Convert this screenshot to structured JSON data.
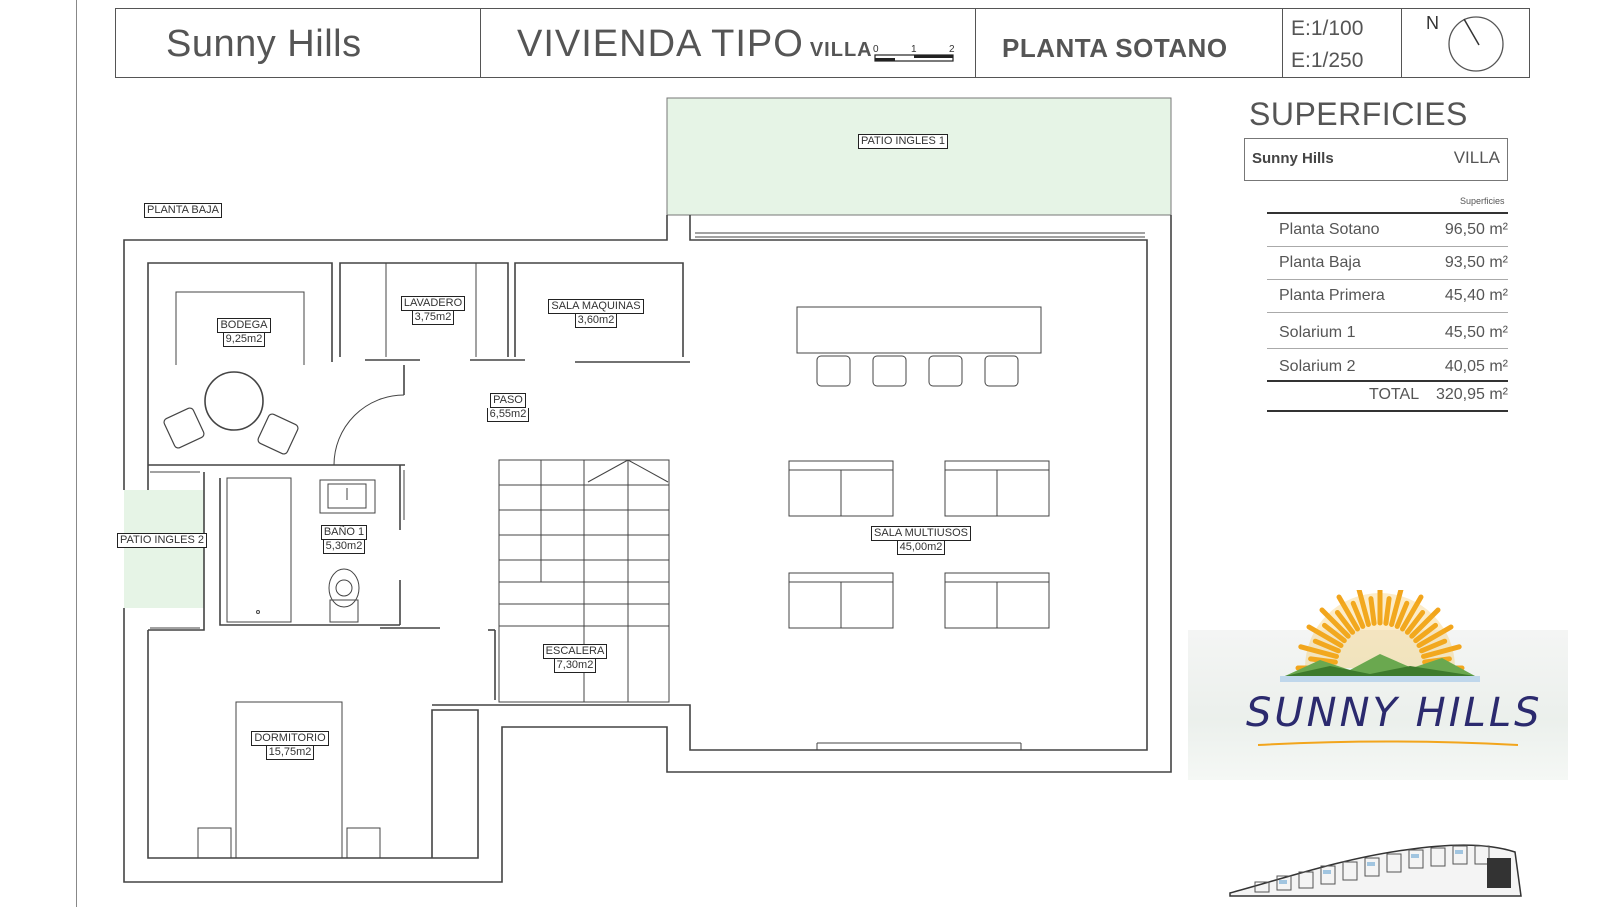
{
  "header": {
    "project": "Sunny Hills",
    "vivienda_title": "VIVIENDA TIPO",
    "vivienda_type": "VILLA",
    "scale_ticks": [
      "0",
      "1",
      "2"
    ],
    "floor": "PLANTA SOTANO",
    "scale1": "E:1/100",
    "scale2": "E:1/250",
    "north": "N"
  },
  "superficies": {
    "title": "SUPERFICIES",
    "name": "Sunny Hills",
    "type": "VILLA",
    "column_header": "Superficies",
    "rows": [
      {
        "label": "Planta Sotano",
        "value": "96,50 m²"
      },
      {
        "label": "Planta Baja",
        "value": "93,50 m²"
      },
      {
        "label": "Planta Primera",
        "value": "45,40 m²"
      },
      {
        "label": "Solarium 1",
        "value": "45,50 m²"
      },
      {
        "label": "Solarium 2",
        "value": "40,05 m²"
      }
    ],
    "total_label": "TOTAL",
    "total_value": "320,95 m²"
  },
  "plan": {
    "patio_ingles_1": "PATIO INGLES 1",
    "patio_ingles_2": "PATIO INGLES 2",
    "planta_baja": "PLANTA BAJA",
    "rooms": {
      "bodega": {
        "name": "BODEGA",
        "area": "9,25m2"
      },
      "lavadero": {
        "name": "LAVADERO",
        "area": "3,75m2"
      },
      "sala_maquinas": {
        "name": "SALA MAQUINAS",
        "area": "3,60m2"
      },
      "paso": {
        "name": "PASO",
        "area": "6,55m2"
      },
      "bano": {
        "name": "BAÑO 1",
        "area": "5,30m2"
      },
      "sala_multiusos": {
        "name": "SALA MULTIUSOS",
        "area": "45,00m2"
      },
      "escalera": {
        "name": "ESCALERA",
        "area": "7,30m2"
      },
      "dormitorio": {
        "name": "DORMITORIO",
        "area": "15,75m2"
      }
    },
    "patio_color": "#e6f4e6"
  },
  "logo": {
    "text": "SUNNY HILLS"
  }
}
